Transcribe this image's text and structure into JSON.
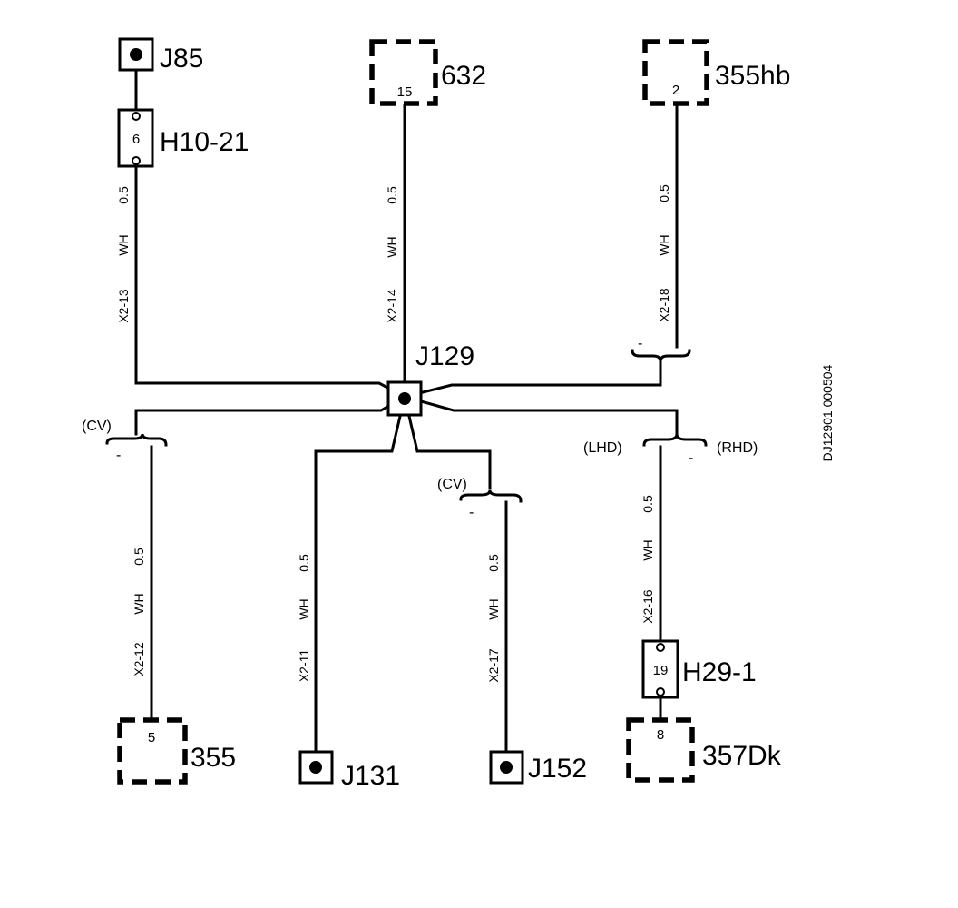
{
  "drawing_ref": "DJ12901 000504",
  "splice": {
    "label": "J129"
  },
  "connectors": {
    "j85": {
      "label": "J85"
    },
    "h10_21": {
      "label": "H10-21",
      "pin": "6"
    },
    "c632": {
      "label": "632",
      "pin": "15"
    },
    "c355hb": {
      "label": "355hb",
      "pin": "2"
    },
    "c355": {
      "label": "355",
      "pin": "5"
    },
    "j131": {
      "label": "J131"
    },
    "j152": {
      "label": "J152"
    },
    "h29_1": {
      "label": "H29-1",
      "pin": "19"
    },
    "c357dk": {
      "label": "357Dk",
      "pin": "8"
    }
  },
  "wires": {
    "x2_13": {
      "id": "X2-13",
      "color": "WH",
      "size": "0.5"
    },
    "x2_14": {
      "id": "X2-14",
      "color": "WH",
      "size": "0.5"
    },
    "x2_18": {
      "id": "X2-18",
      "color": "WH",
      "size": "0.5"
    },
    "x2_12": {
      "id": "X2-12",
      "color": "WH",
      "size": "0.5"
    },
    "x2_11": {
      "id": "X2-11",
      "color": "WH",
      "size": "0.5"
    },
    "x2_17": {
      "id": "X2-17",
      "color": "WH",
      "size": "0.5"
    },
    "x2_16": {
      "id": "X2-16",
      "color": "WH",
      "size": "0.5"
    }
  },
  "options": {
    "cv_left": {
      "label": "(CV)",
      "mark": "-"
    },
    "cv_mid": {
      "label": "(CV)",
      "mark": "-"
    },
    "top_right_mark": "-",
    "lhd": {
      "label": "(LHD)"
    },
    "rhd": {
      "label": "(RHD)",
      "mark": "-"
    }
  }
}
